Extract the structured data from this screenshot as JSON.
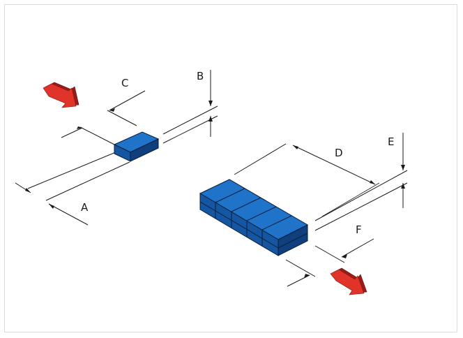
{
  "diagram": {
    "labels": {
      "a": "A",
      "b": "B",
      "c": "C",
      "d": "D",
      "e": "E",
      "f": "F"
    },
    "colors": {
      "box_top": "#1f73c9",
      "box_front": "#1556a3",
      "box_side": "#0f3f7d",
      "box_outline": "#0b1f3a",
      "arrow_top": "#e0342a",
      "arrow_side": "#9b1c16",
      "frame_border": "#dcdcdc"
    },
    "icons": {
      "input_arrow": "red-arrow-icon",
      "output_arrow": "red-arrow-icon"
    }
  }
}
